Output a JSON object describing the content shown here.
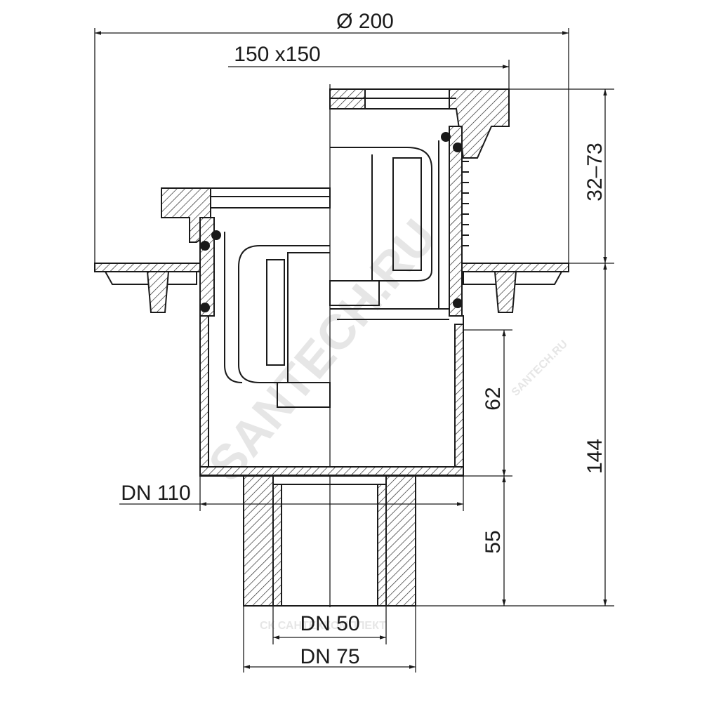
{
  "dimensions": {
    "overall_diameter": "Ø 200",
    "grate_size": "150 x150",
    "height_adjust": "32–73",
    "total_height": "144",
    "upper_body": "62",
    "outlet_length": "55",
    "dn110": "DN 110",
    "dn50": "DN 50",
    "dn75": "DN 75"
  },
  "watermark": {
    "main": "SANTECH.RU",
    "small": "SANTECH.RU",
    "bottom": "СК САНТЕХКОМПЛЕКТ"
  },
  "colors": {
    "line": "#1a1a1a",
    "watermark": "#e6e6e6"
  }
}
